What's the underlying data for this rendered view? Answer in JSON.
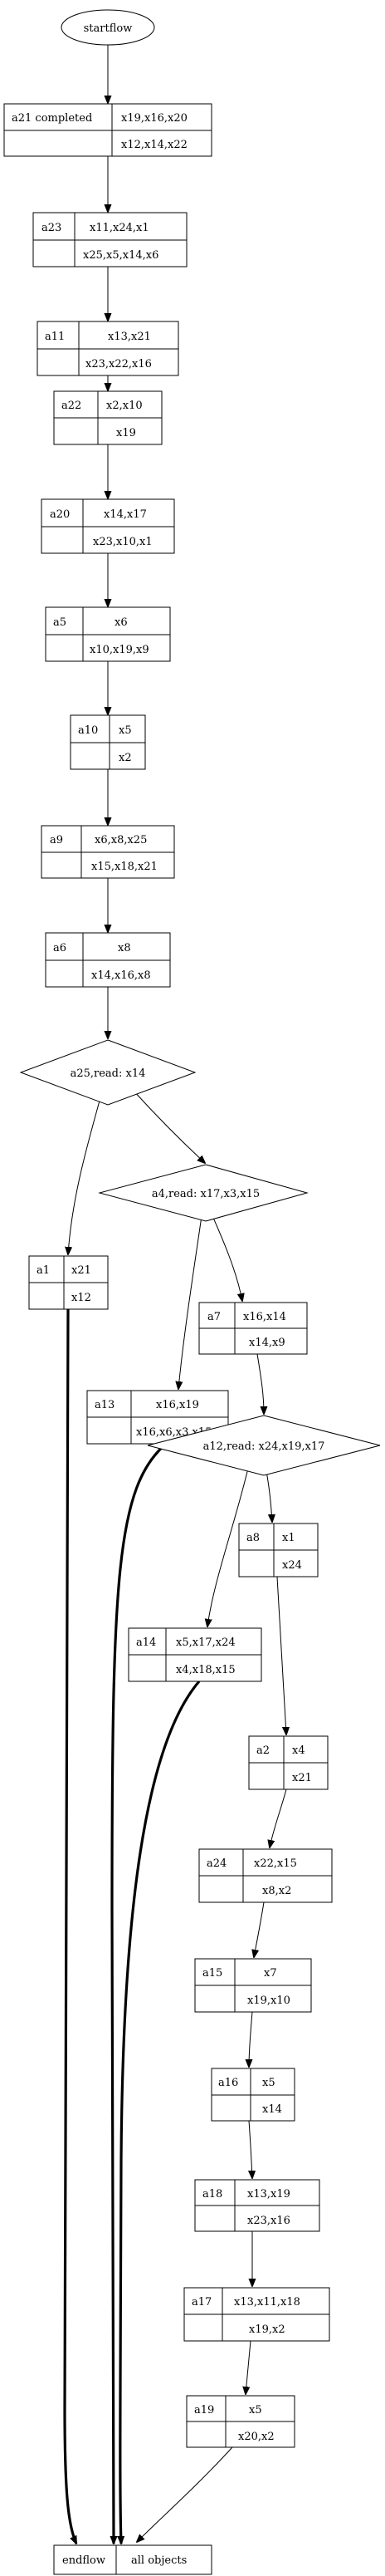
{
  "start": "startflow",
  "nodes": {
    "a21": {
      "name": "a21 completed",
      "top": "x19,x16,x20",
      "bottom": "x12,x14,x22"
    },
    "a23": {
      "name": "a23",
      "top": "x11,x24,x1",
      "bottom": "x25,x5,x14,x6"
    },
    "a11": {
      "name": "a11",
      "top": "x13,x21",
      "bottom": "x23,x22,x16"
    },
    "a22": {
      "name": "a22",
      "top": "x2,x10",
      "bottom": "x19"
    },
    "a20": {
      "name": "a20",
      "top": "x14,x17",
      "bottom": "x23,x10,x1"
    },
    "a5": {
      "name": "a5",
      "top": "x6",
      "bottom": "x10,x19,x9"
    },
    "a10": {
      "name": "a10",
      "top": "x5",
      "bottom": "x2"
    },
    "a9": {
      "name": "a9",
      "top": "x6,x8,x25",
      "bottom": "x15,x18,x21"
    },
    "a6": {
      "name": "a6",
      "top": "x8",
      "bottom": "x14,x16,x8"
    },
    "a1": {
      "name": "a1",
      "top": "x21",
      "bottom": "x12"
    },
    "a7": {
      "name": "a7",
      "top": "x16,x14",
      "bottom": "x14,x9"
    },
    "a13": {
      "name": "a13",
      "top": "x16,x19",
      "bottom": "x16,x6,x3,x15"
    },
    "a8": {
      "name": "a8",
      "top": "x1",
      "bottom": "x24"
    },
    "a14": {
      "name": "a14",
      "top": "x5,x17,x24",
      "bottom": "x4,x18,x15"
    },
    "a2": {
      "name": "a2",
      "top": "x4",
      "bottom": "x21"
    },
    "a24": {
      "name": "a24",
      "top": "x22,x15",
      "bottom": "x8,x2"
    },
    "a15": {
      "name": "a15",
      "top": "x7",
      "bottom": "x19,x10"
    },
    "a16": {
      "name": "a16",
      "top": "x5",
      "bottom": "x14"
    },
    "a18": {
      "name": "a18",
      "top": "x13,x19",
      "bottom": "x23,x16"
    },
    "a17": {
      "name": "a17",
      "top": "x13,x11,x18",
      "bottom": "x19,x2"
    },
    "a19": {
      "name": "a19",
      "top": "x5",
      "bottom": "x20,x2"
    }
  },
  "decisions": {
    "a25": "a25,read: x14",
    "a4": "a4,read: x17,x3,x15",
    "a12": "a12,read: x24,x19,x17"
  },
  "end": {
    "left": "endflow",
    "right": "all objects"
  }
}
